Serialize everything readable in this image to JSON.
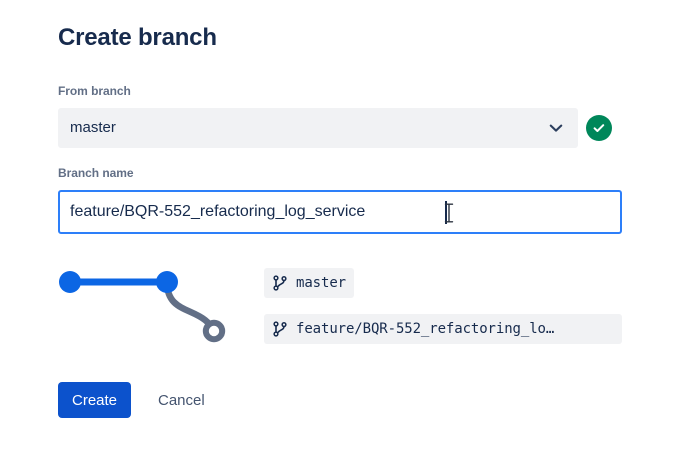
{
  "dialog": {
    "title": "Create branch"
  },
  "from_branch": {
    "label": "From branch",
    "value": "master",
    "chevron_icon": "chevron-down-icon",
    "valid_icon": "check-circle-icon",
    "valid_color": "#00875A"
  },
  "branch_name": {
    "label": "Branch name",
    "value": "feature/BQR-552_refactoring_log_service",
    "placeholder": "Branch name",
    "focus_border_color": "#2D7FF9"
  },
  "graph": {
    "source_node_color": "#0C66E4",
    "new_node_color": "#626F86",
    "nodes": [
      {
        "name": "commit-node-start",
        "type": "filled"
      },
      {
        "name": "commit-node-head",
        "type": "filled"
      },
      {
        "name": "commit-node-new-branch",
        "type": "hollow"
      }
    ]
  },
  "refs": [
    {
      "icon": "git-branch-icon",
      "label": "master",
      "truncated": false
    },
    {
      "icon": "git-branch-icon",
      "label": "feature/BQR-552_refactoring_lo…",
      "truncated": true
    }
  ],
  "footer": {
    "create_label": "Create",
    "create_color": "#0C52CC",
    "cancel_label": "Cancel"
  },
  "cursor": {
    "type": "text-ibeam"
  }
}
